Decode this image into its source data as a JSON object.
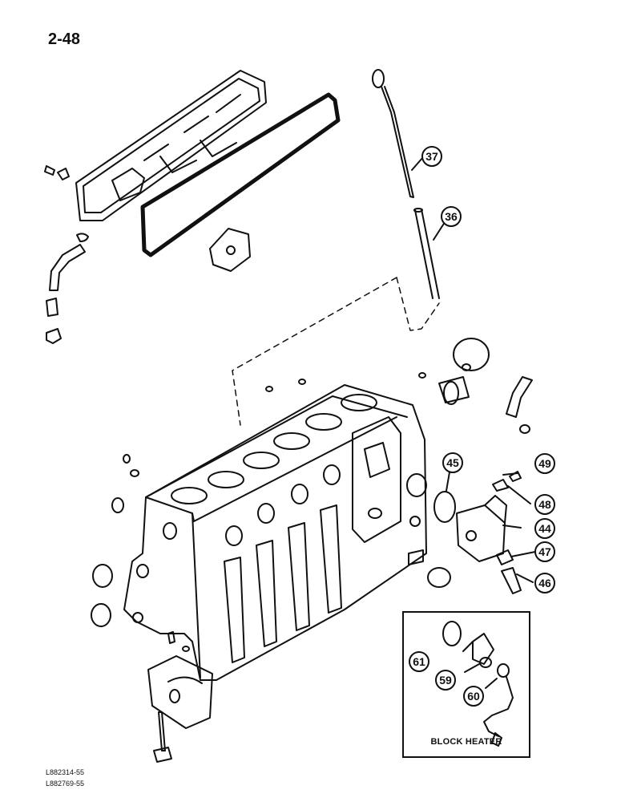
{
  "page": {
    "number": "2-48"
  },
  "callouts": {
    "c36": "36",
    "c37": "37",
    "c44": "44",
    "c45": "45",
    "c46": "46",
    "c47": "47",
    "c48": "48",
    "c49": "49",
    "c59": "59",
    "c60": "60",
    "c61": "61"
  },
  "inset": {
    "title": "BLOCK HEATER"
  },
  "footer": {
    "ref1": "L882314-55",
    "ref2": "L882769-55"
  },
  "colors": {
    "ink": "#111111",
    "paper": "#ffffff"
  }
}
